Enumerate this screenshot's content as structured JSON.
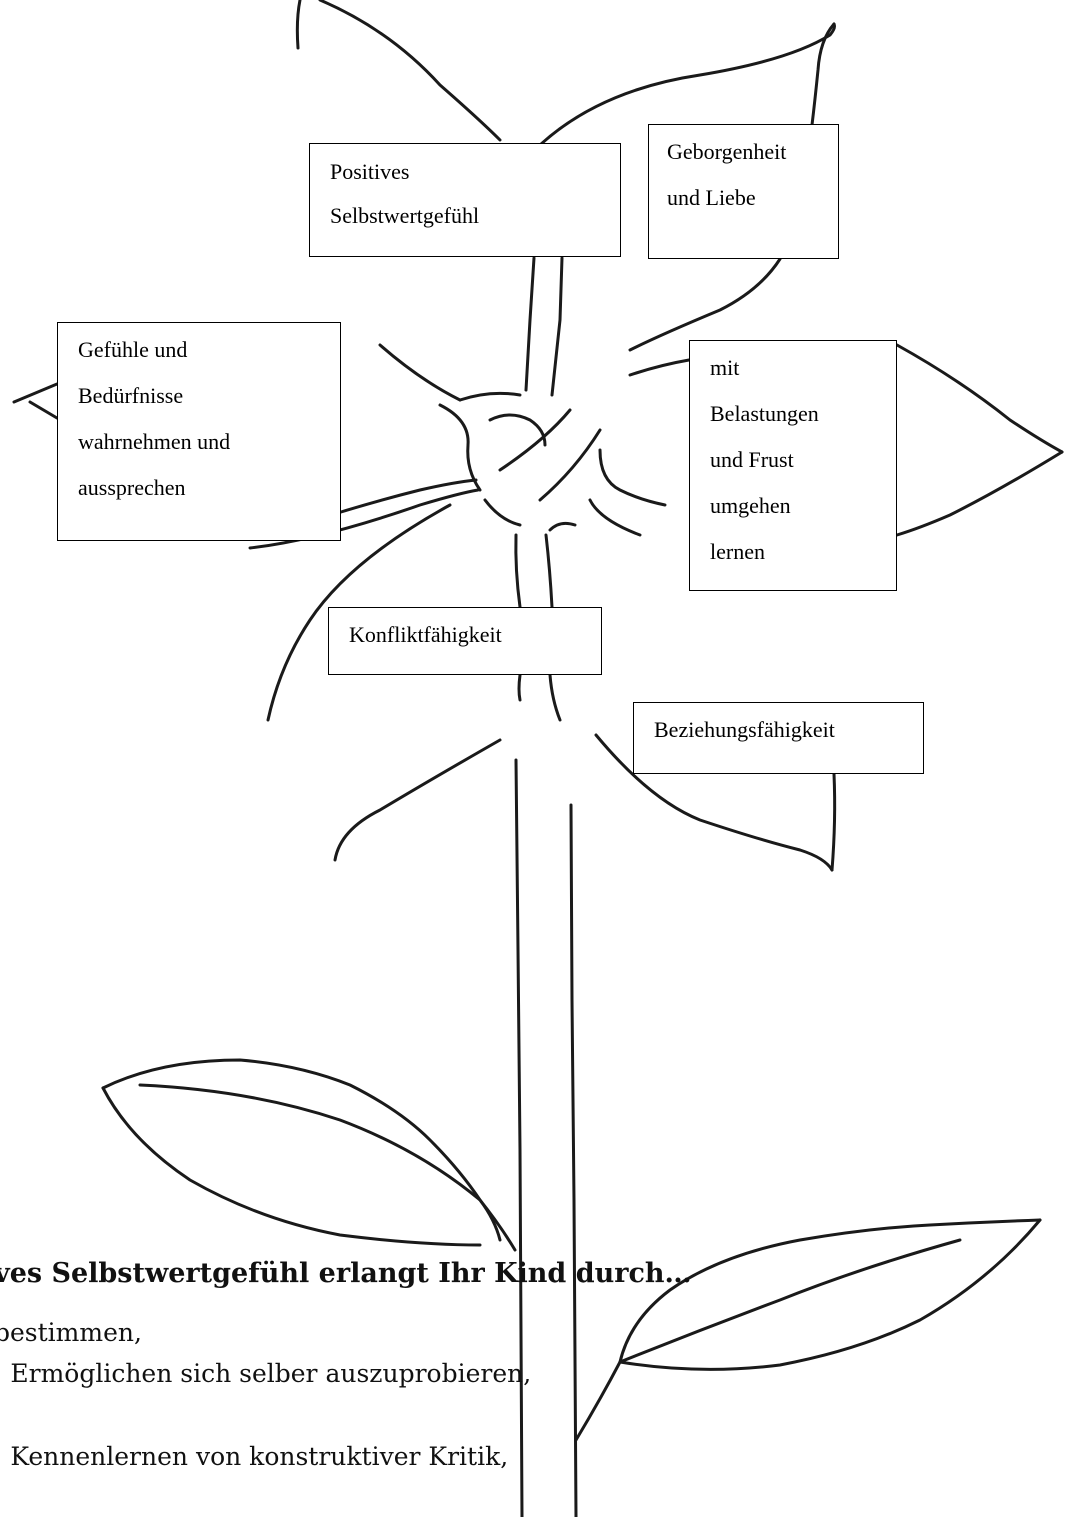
{
  "labels": {
    "selbstwert": [
      "Positives",
      "Selbstwertgefühl"
    ],
    "geborgenheit": [
      "Geborgenheit",
      "und Liebe"
    ],
    "gefuehle": [
      "Gefühle und",
      "Bedürfnisse",
      "wahrnehmen und",
      "aussprechen"
    ],
    "belastungen": [
      "mit",
      "Belastungen",
      "und Frust",
      "umgehen",
      "lernen"
    ],
    "konflikt": [
      "Konfliktfähigkeit"
    ],
    "beziehung": [
      "Beziehungsfähigkeit"
    ]
  },
  "bottom_text": {
    "heading": "ves Selbstwertgefühl erlangt Ihr Kind durch…",
    "lines": [
      "bestimmen,",
      ": Ermöglichen sich selber auszuprobieren,",
      ",",
      ": Kennenlernen von konstruktiver Kritik,",
      ""
    ]
  }
}
